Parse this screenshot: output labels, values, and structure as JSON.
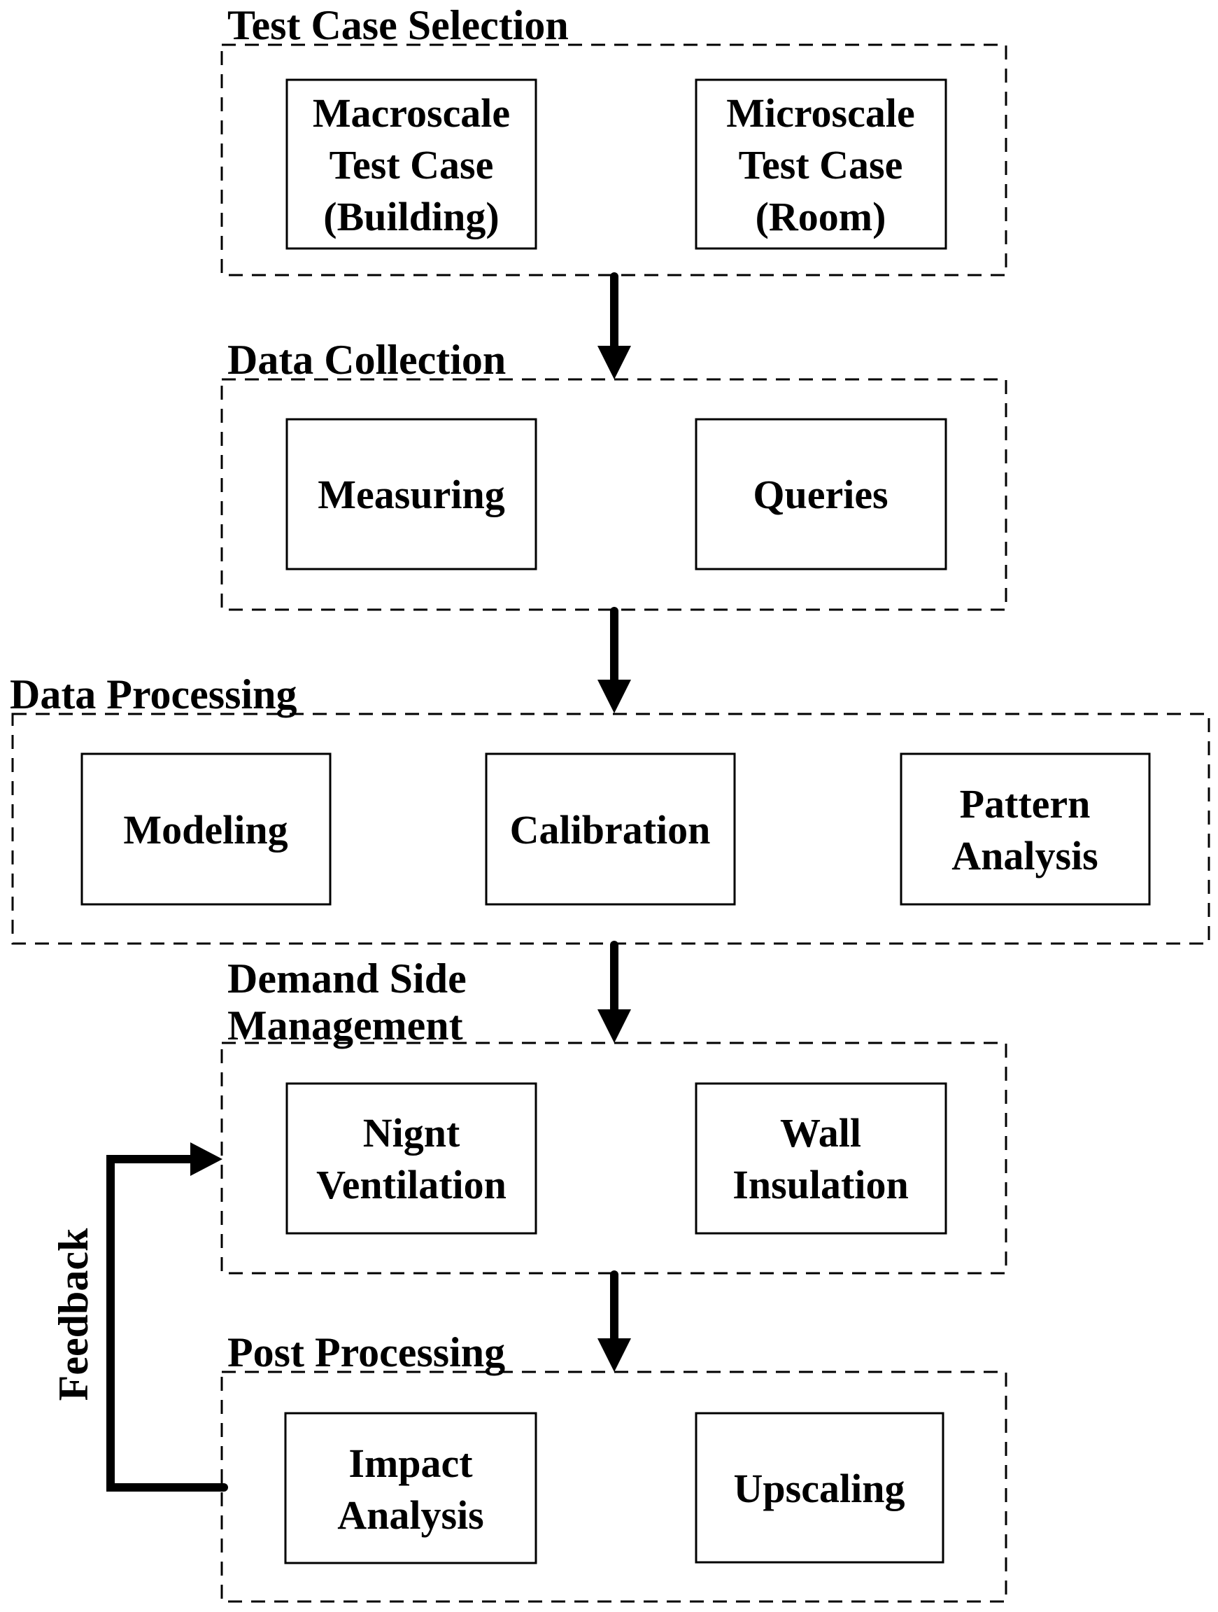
{
  "diagram": {
    "background_color": "#ffffff",
    "ink_color": "#000000",
    "feedback": {
      "label": "Feedback"
    },
    "sections": [
      {
        "id": "test-case-selection",
        "title_lines": [
          "Test Case Selection"
        ],
        "boxes": [
          {
            "id": "macroscale-test-case",
            "lines": [
              "Macroscale",
              "Test Case",
              "(Building)"
            ]
          },
          {
            "id": "microscale-test-case",
            "lines": [
              "Microscale",
              "Test Case",
              "(Room)"
            ]
          }
        ]
      },
      {
        "id": "data-collection",
        "title_lines": [
          "Data Collection"
        ],
        "boxes": [
          {
            "id": "measuring",
            "lines": [
              "Measuring"
            ]
          },
          {
            "id": "queries",
            "lines": [
              "Queries"
            ]
          }
        ]
      },
      {
        "id": "data-processing",
        "title_lines": [
          "Data Processing"
        ],
        "boxes": [
          {
            "id": "modeling",
            "lines": [
              "Modeling"
            ]
          },
          {
            "id": "calibration",
            "lines": [
              "Calibration"
            ]
          },
          {
            "id": "pattern-analysis",
            "lines": [
              "Pattern",
              "Analysis"
            ]
          }
        ]
      },
      {
        "id": "demand-side-management",
        "title_lines": [
          "Demand Side",
          "Management"
        ],
        "boxes": [
          {
            "id": "night-ventilation",
            "lines": [
              "Nignt",
              "Ventilation"
            ]
          },
          {
            "id": "wall-insulation",
            "lines": [
              "Wall",
              "Insulation"
            ]
          }
        ]
      },
      {
        "id": "post-processing",
        "title_lines": [
          "Post Processing"
        ],
        "boxes": [
          {
            "id": "impact-analysis",
            "lines": [
              "Impact",
              "Analysis"
            ]
          },
          {
            "id": "upscaling",
            "lines": [
              "Upscaling"
            ]
          }
        ]
      }
    ]
  }
}
